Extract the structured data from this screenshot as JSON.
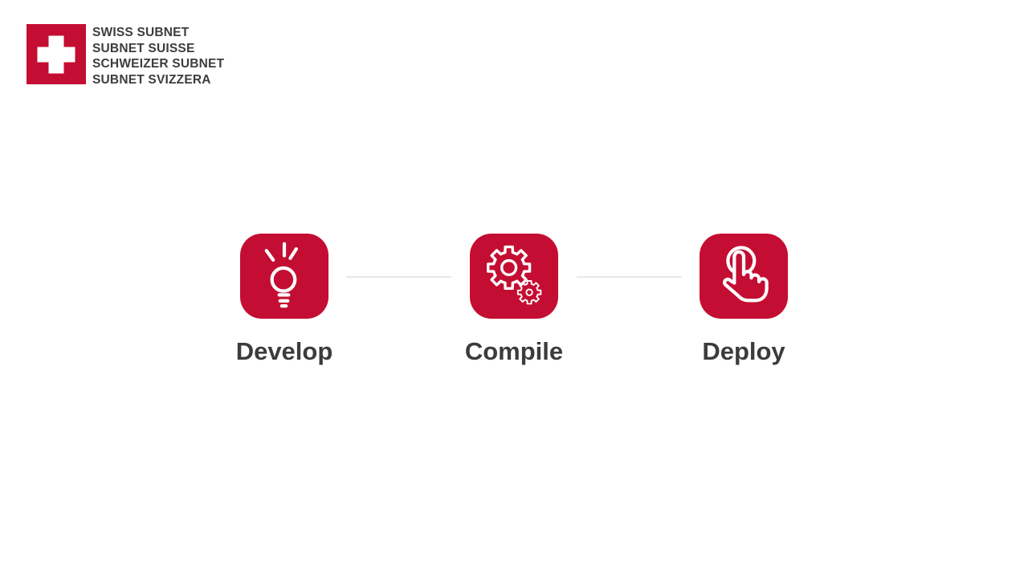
{
  "logo": {
    "lines": [
      "SWISS SUBNET",
      "SUBNET SUISSE",
      "SCHWEIZER SUBNET",
      "SUBNET SVIZZERA"
    ]
  },
  "pipeline": {
    "steps": [
      {
        "label": "Develop",
        "icon": "lightbulb-icon"
      },
      {
        "label": "Compile",
        "icon": "gears-icon"
      },
      {
        "label": "Deploy",
        "icon": "tap-icon"
      }
    ]
  },
  "colors": {
    "brand_red": "#c40d32",
    "icon_stroke": "#ffffff",
    "connector_gray": "#e9e9e9",
    "label_text": "#3c3c3c",
    "logo_text": "#3d3d3d",
    "background": "#ffffff"
  }
}
